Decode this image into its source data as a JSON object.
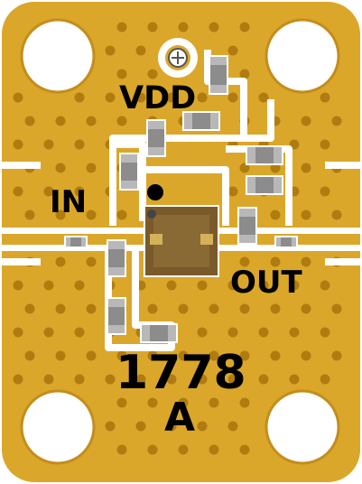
{
  "labels": {
    "vdd": "VDD",
    "input": "IN",
    "output": "OUT",
    "part_number": "1778",
    "revision": "A"
  },
  "colors": {
    "background": "#ffffff",
    "gold": "#dba72a",
    "gold_dark": "#c48d1c",
    "via": "#b07c10",
    "trace": "#ffffff",
    "component_body": "#8c8c8c",
    "component_end": "#b8b8b8",
    "chip_body": "#7a5a2a",
    "chip_pad": "#d4b25a",
    "silkscreen": "#000000"
  }
}
